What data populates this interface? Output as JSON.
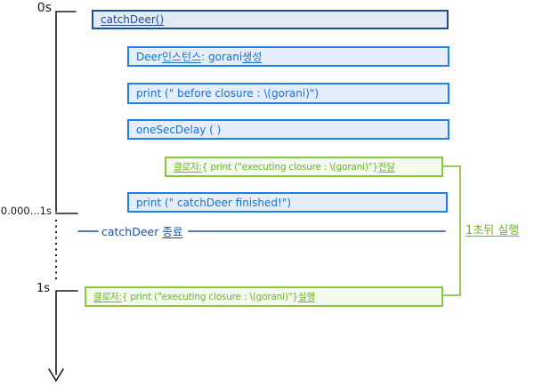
{
  "timeline": {
    "t0": "0s",
    "t_mid": "0.000...1s",
    "t1": "1s"
  },
  "boxes": {
    "catch_deer_call": "catchDeer()",
    "deer_instance": {
      "pre": "Deer ",
      "u1": "인스턴스",
      "mid": " : gorani ",
      "u2": "생성"
    },
    "print_before": "print (\" before closure : \\(gorani)\")",
    "one_sec_delay": "oneSecDelay ( )",
    "closure_pass": {
      "u1": "클로저:",
      "code": " { print (\"executing closure : \\(gorani)\"} ",
      "u2": "전달"
    },
    "print_finished": "print (\" catchDeer finished!\")",
    "closure_exec": {
      "u1": "클로저:",
      "code": " { print (\"executing closure : \\(gorani)\"}  ",
      "u2": "실행"
    }
  },
  "labels": {
    "catch_deer_end_pre": "catchDeer ",
    "catch_deer_end_u": "종료",
    "delayed_exec": "1초뒤 실행"
  },
  "colors": {
    "black": "#1a1a1a",
    "navy": "#1b4d96",
    "navy_fill": "#e4eaf3",
    "blue": "#2080e8",
    "blue_fill": "#e4eefc",
    "blue_text": "#1a6fd6",
    "green": "#8cc63f",
    "green_fill": "#f4faec",
    "green_text": "#6cb32c"
  }
}
